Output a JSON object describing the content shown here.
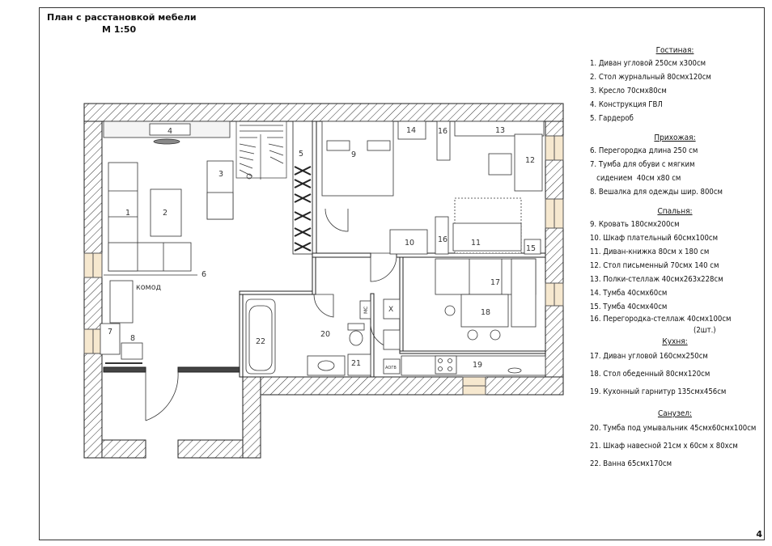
{
  "title": {
    "line1": "План  с расстановкой мебели",
    "line2": "М 1:50"
  },
  "page_number": "4",
  "plan_labels": {
    "n1": "1",
    "n2": "2",
    "n3": "3",
    "n4": "4",
    "n5": "5",
    "n6": "6",
    "n7": "7",
    "n8": "8",
    "n9": "9",
    "n10": "10",
    "n11": "11",
    "n12": "12",
    "n13": "13",
    "n14": "14",
    "n15": "15",
    "n16a": "16",
    "n16b": "16",
    "n17": "17",
    "n18": "18",
    "n19": "19",
    "n20": "20",
    "n21": "21",
    "n22": "22",
    "komod": "комод",
    "ms": "МС",
    "agv": "АОГВ",
    "x": "Х"
  },
  "legend": {
    "living": {
      "heading": "Гостиная:",
      "items": [
        "1. Диван угловой 250см х300см",
        "2. Стол журнальный 80смх120см",
        "3. Кресло 70смх80см",
        "4. Конструкция ГВЛ",
        "5. Гардероб"
      ]
    },
    "hall": {
      "heading": "Прихожая:",
      "items": [
        "6. Перегородка длина 250 см",
        "7. Тумба для обуви с мягким",
        "   сидением  40см х80 см",
        "8. Вешалка для одежды шир. 800см"
      ]
    },
    "bedroom": {
      "heading": "Спальня:",
      "items": [
        "9. Кровать 180смх200см",
        "10. Шкаф плательный 60смх100см",
        "11. Диван-книжка 80см х 180 см",
        "12. Стол письменный 70смх 140 см",
        "13. Полки-стеллаж  40смх263х228см",
        "14. Тумба  40смх60см",
        "15. Тумба  40смх40см"
      ],
      "item16": "16. Перегородка-стеллаж 40смх100см",
      "item16b": "(2шт.)"
    },
    "kitchen": {
      "heading": "Кухня:",
      "items": [
        "17. Диван угловой 160смх250см",
        "18. Стол обеденный 80смх120см",
        "19. Кухонный гарнитур 135смх456см"
      ]
    },
    "bath": {
      "heading": "Санузел:",
      "items": [
        "20. Тумба под умывальник 45смх60смх100см",
        "21. Шкаф навесной 21см х 60см х 80хсм",
        "22. Ванна  65смх170см"
      ]
    }
  }
}
